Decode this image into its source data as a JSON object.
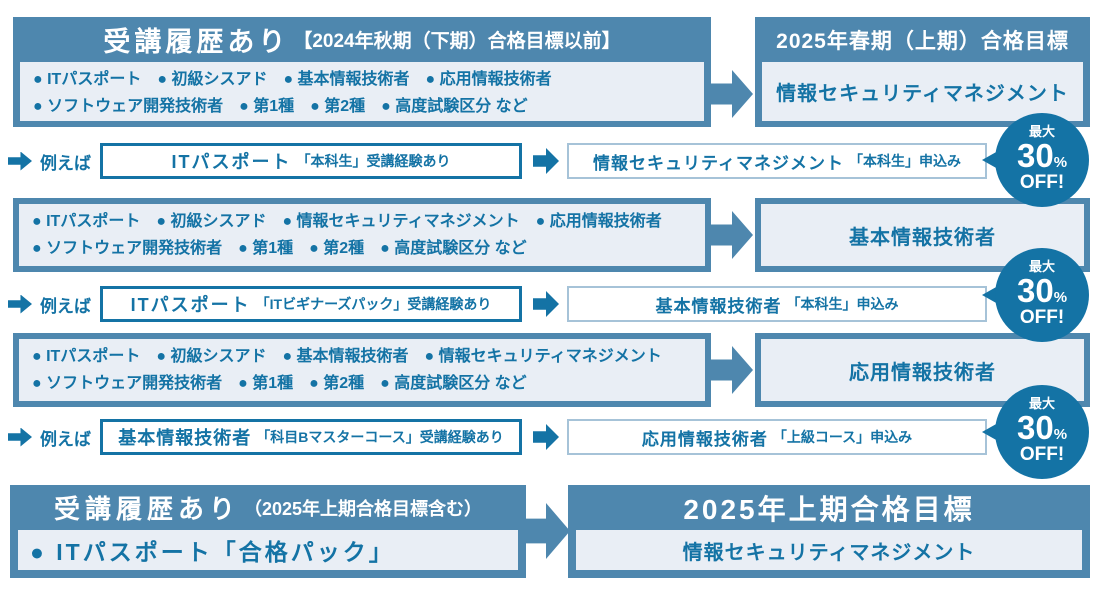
{
  "colors": {
    "steel_blue": "#4e87ae",
    "deep_blue": "#1473a5",
    "light_fill": "#e9eef5",
    "soft_border": "#a6c3d8",
    "white": "#ffffff"
  },
  "sections": [
    {
      "history_header_main": "受講履歴あり",
      "history_header_sub": "【2024年秋期（下期）合格目標以前】",
      "history_line1": "● ITパスポート　● 初級シスアド　● 基本情報技術者　● 応用情報技術者",
      "history_line2": "● ソフトウェア開発技術者　● 第1種　● 第2種　● 高度試験区分 など",
      "goal_header": "2025年春期（上期）合格目標",
      "goal_name": "情報セキュリティマネジメント",
      "example": {
        "label": "例えば",
        "from_course": "ITパスポート",
        "from_detail": "「本科生」受講経験あり",
        "to_course": "情報セキュリティマネジメント",
        "to_detail": "「本科生」申込み",
        "badge": {
          "top": "最大",
          "value": "30",
          "unit": "%",
          "bottom": "OFF!"
        }
      }
    },
    {
      "history_line1": "● ITパスポート　● 初級シスアド　● 情報セキュリティマネジメント　● 応用情報技術者",
      "history_line2": "● ソフトウェア開発技術者　● 第1種　● 第2種　● 高度試験区分 など",
      "goal_name": "基本情報技術者",
      "example": {
        "label": "例えば",
        "from_course": "ITパスポート",
        "from_detail": "「ITビギナーズパック」受講経験あり",
        "to_course": "基本情報技術者",
        "to_detail": "「本科生」申込み",
        "badge": {
          "top": "最大",
          "value": "30",
          "unit": "%",
          "bottom": "OFF!"
        }
      }
    },
    {
      "history_line1": "● ITパスポート　● 初級シスアド　● 基本情報技術者　● 情報セキュリティマネジメント",
      "history_line2": "● ソフトウェア開発技術者　● 第1種　● 第2種　● 高度試験区分 など",
      "goal_name": "応用情報技術者",
      "example": {
        "label": "例えば",
        "from_course": "基本情報技術者",
        "from_detail": "「科目Bマスターコース」受講経験あり",
        "to_course": "応用情報技術者",
        "to_detail": "「上級コース」申込み",
        "badge": {
          "top": "最大",
          "value": "30",
          "unit": "%",
          "bottom": "OFF!"
        }
      }
    }
  ],
  "footer": {
    "history_header_main": "受講履歴あり",
    "history_header_sub": "（2025年上期合格目標含む）",
    "history_item": "● ITパスポート「合格パック」",
    "goal_header": "2025年上期合格目標",
    "goal_name": "情報セキュリティマネジメント"
  }
}
